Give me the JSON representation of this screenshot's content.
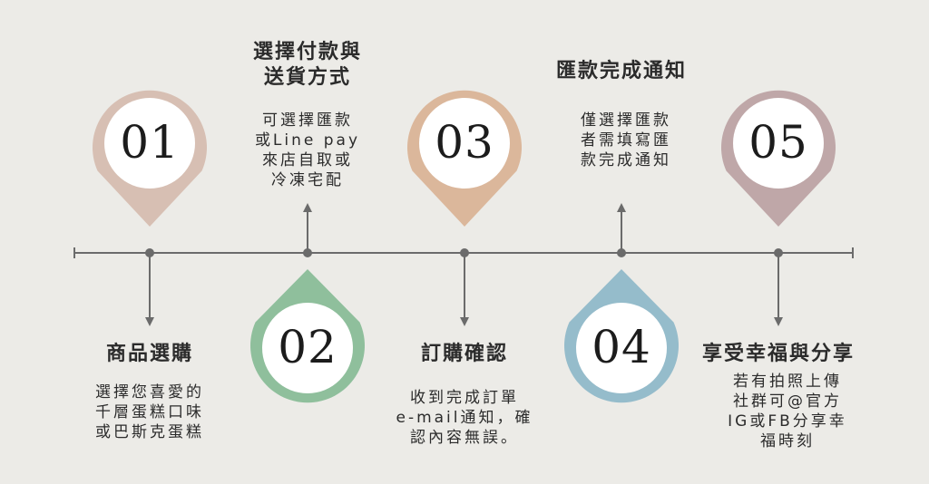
{
  "colors": {
    "background": "#ecebe7",
    "line": "#6b6b6b",
    "step1": "#d7bfb3",
    "step2": "#8fbf9c",
    "step3": "#dbb79b",
    "step4": "#95bccb",
    "step5": "#bfa7a8"
  },
  "steps": [
    {
      "number": "01",
      "title": "商品選購",
      "desc": "選擇您喜愛的\n千層蛋糕口味\n或巴斯克蛋糕"
    },
    {
      "number": "02",
      "title": "選擇付款與\n送貨方式",
      "desc": "可選擇匯款\n或Line pay\n來店自取或\n冷凍宅配"
    },
    {
      "number": "03",
      "title": "訂購確認",
      "desc": "收到完成訂單\ne-mail通知，確\n認內容無誤。"
    },
    {
      "number": "04",
      "title": "匯款完成通知",
      "desc": "僅選擇匯款\n者需填寫匯\n款完成通知"
    },
    {
      "number": "05",
      "title": "享受幸福與分享",
      "desc": "若有拍照上傳\n社群可@官方\nIG或FB分享幸\n福時刻"
    }
  ]
}
